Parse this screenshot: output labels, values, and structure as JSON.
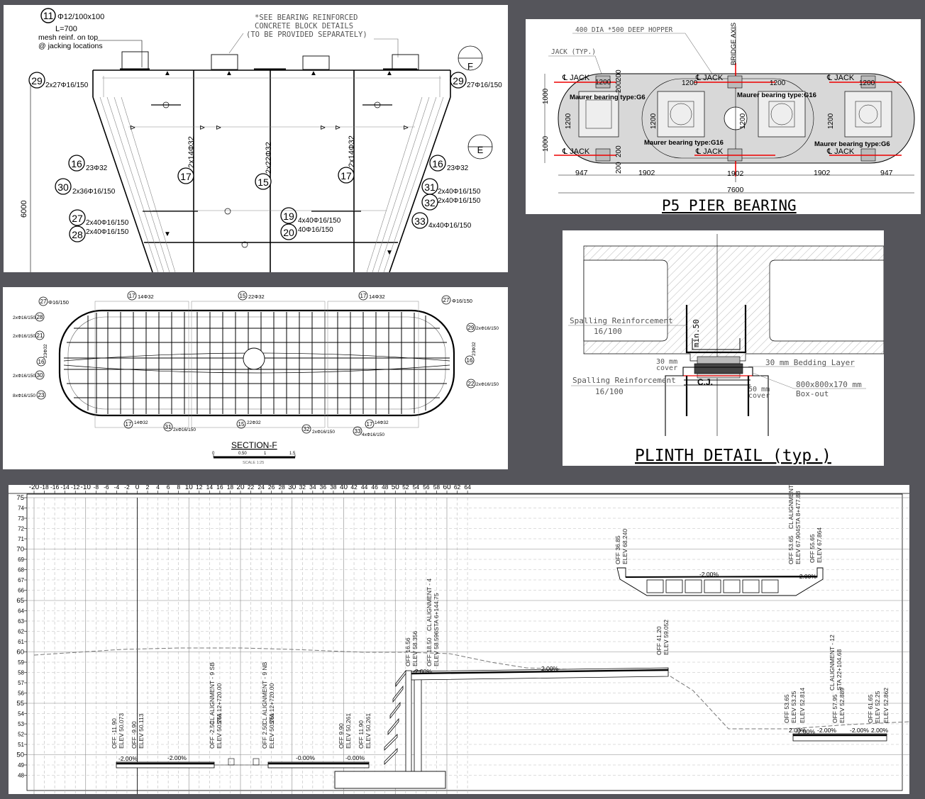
{
  "pier_elevation": {
    "top_left": {
      "bar_no": "11",
      "bar_spec": "Φ12/100x100",
      "length": "L=700",
      "note_line1": "mesh reinf. on top",
      "note_line2": "@ jacking locations"
    },
    "bearing_note": [
      "*SEE BEARING REINFORCED",
      "CONCRETE BLOCK DETAILS",
      "(TO BE PROVIDED SEPARATELY)"
    ],
    "height": "6000",
    "section_markers": [
      "F",
      "E"
    ],
    "callouts": [
      {
        "no": "29",
        "text": "2x27Φ16/150"
      },
      {
        "no": "29",
        "text": "27Φ16/150"
      },
      {
        "no": "16",
        "text": "23Φ32"
      },
      {
        "no": "16",
        "text": "23Φ32"
      },
      {
        "no": "30",
        "text": "2x36Φ16/150"
      },
      {
        "no": "31",
        "text": "2x40Φ16/150"
      },
      {
        "no": "32",
        "text": "2x40Φ16/150"
      },
      {
        "no": "27",
        "text": "2x40Φ16/150"
      },
      {
        "no": "28",
        "text": "2x40Φ16/150"
      },
      {
        "no": "33",
        "text": "4x40Φ16/150"
      },
      {
        "no": "19",
        "text": "4x40Φ16/150"
      },
      {
        "no": "20",
        "text": "40Φ16/150"
      }
    ],
    "vertical_callouts": [
      {
        "no": "17",
        "text": "2x14Φ32"
      },
      {
        "no": "15",
        "text": "2x22Φ32"
      },
      {
        "no": "17",
        "text": "2x14Φ32"
      }
    ]
  },
  "bearing_plan": {
    "title": "P5 PIER BEARING",
    "hopper_note": "400 DIA *500 DEEP HOPPER",
    "jack_note": "JACK (TYP.)",
    "bridge_axis": "BRIDGE AXIS",
    "jack_label": "℄ JACK",
    "bearings": [
      "Maurer bearing type:G6",
      "Maurer bearing type:G16",
      "Maurer bearing type:G16",
      "Maurer bearing type:G6"
    ],
    "dim_1200": "1200",
    "dim_200": "200",
    "dim_1000": "1000",
    "bottom_dims": [
      "947",
      "1902",
      "1902",
      "1902",
      "947"
    ],
    "overall": "7600"
  },
  "section_f": {
    "title": "SECTION-F",
    "scale_label": "SCALE 1:25",
    "scale_ticks": [
      "0",
      "0.50",
      "1",
      "1.5"
    ],
    "top_labels": [
      {
        "no": "27",
        "text": "Φ16/150"
      },
      {
        "no": "17",
        "text": "14Φ32"
      },
      {
        "no": "15",
        "text": "22Φ32"
      },
      {
        "no": "17",
        "text": "14Φ32"
      },
      {
        "no": "27",
        "text": "Φ16/150"
      }
    ],
    "left_labels": [
      {
        "no": "28",
        "text": "2xΦ16/150"
      },
      {
        "no": "21",
        "text": "2xΦ16/150"
      },
      {
        "no": "16",
        "text": "23Φ32"
      },
      {
        "no": "30",
        "text": "2xΦ16/150"
      },
      {
        "no": "23",
        "text": "8xΦ16/150"
      }
    ],
    "right_labels": [
      {
        "no": "29",
        "text": "2xΦ16/150"
      },
      {
        "no": "16",
        "text": "23Φ32"
      },
      {
        "no": "22",
        "text": "2xΦ16/150"
      }
    ],
    "bottom_labels": [
      {
        "no": "17",
        "text": "14Φ32"
      },
      {
        "no": "31",
        "text": "2xΦ16/150"
      },
      {
        "no": "15",
        "text": "22Φ32"
      },
      {
        "no": "32",
        "text": "2xΦ16/150"
      },
      {
        "no": "33",
        "text": "4xΦ16/150"
      },
      {
        "no": "17",
        "text": "14Φ32"
      }
    ]
  },
  "plinth": {
    "title": "PLINTH DETAIL (typ.)",
    "spalling_1": "Spalling Reinforcement",
    "spalling_1b": "16/100",
    "spalling_2": "Spalling Reinforcement",
    "spalling_2b": "16/100",
    "min": "min.50",
    "cover30": "30 mm",
    "cover30b": "cover",
    "bedding": "30 mm Bedding Layer",
    "cj": "C.J.",
    "boxout": "800x800x170 mm",
    "boxoutb": "Box-out",
    "cover50": "50 mm",
    "cover50b": "cover"
  },
  "cross_section": {
    "x_ticks": [
      "-20",
      "-18",
      "-16",
      "-14",
      "-12",
      "-10",
      "-8",
      "-6",
      "-4",
      "-2",
      "0",
      "2",
      "4",
      "6",
      "8",
      "10",
      "12",
      "14",
      "16",
      "18",
      "20",
      "22",
      "24",
      "26",
      "28",
      "30",
      "32",
      "34",
      "36",
      "38",
      "40",
      "42",
      "44",
      "46",
      "48",
      "50",
      "52",
      "54",
      "56",
      "58",
      "60",
      "62",
      "64"
    ],
    "y_ticks": [
      "75",
      "74",
      "73",
      "72",
      "71",
      "70",
      "69",
      "68",
      "67",
      "66",
      "65",
      "64",
      "63",
      "62",
      "61",
      "60",
      "59",
      "58",
      "57",
      "56",
      "55",
      "54",
      "53",
      "52",
      "51",
      "50",
      "49",
      "48"
    ],
    "slopes": [
      "-2.00%",
      "-2.00%",
      "-0.00%",
      "-0.00%",
      "-2.00%",
      "2.00%",
      "-2.00%",
      "-2.00%",
      "2.00%",
      "-2.00%",
      "-2.00%",
      "2.00%",
      "-2.00%"
    ],
    "stations": [
      {
        "lines": [
          "OFF -11.90",
          "ELEV 50.073"
        ]
      },
      {
        "lines": [
          "OFF -9.90",
          "ELEV 50.113"
        ]
      },
      {
        "lines": [
          "CL ALIGNMENT - 9 SB",
          "STA 12+720.00"
        ]
      },
      {
        "lines": [
          "OFF -2.50",
          "ELEV 50.261"
        ]
      },
      {
        "lines": [
          "CL ALIGNMENT - 9 NB",
          "STA 12+720.00"
        ]
      },
      {
        "lines": [
          "OFF 2.50",
          "ELEV 50.261"
        ]
      },
      {
        "lines": [
          "OFF 9.90",
          "ELEV 50.261"
        ]
      },
      {
        "lines": [
          "OFF 11.90",
          "ELEV 50.261"
        ]
      },
      {
        "lines": [
          "OFF 16.56",
          "ELEV 58.356"
        ]
      },
      {
        "lines": [
          "CL ALIGNMENT - 4",
          "STA 6+144.75"
        ]
      },
      {
        "lines": [
          "OFF 18.50",
          "ELEV 58.596"
        ]
      },
      {
        "lines": [
          "OFF 41.20",
          "ELEV 59.052"
        ]
      },
      {
        "lines": [
          "OFF 36.85",
          "ELEV 68.240"
        ]
      },
      {
        "lines": [
          "OFF 53.65",
          "ELEV 67.904"
        ]
      },
      {
        "lines": [
          "CL ALIGNMENT",
          "STA 8+477.88"
        ]
      },
      {
        "lines": [
          "OFF 55.65",
          "ELEV 67.864"
        ]
      },
      {
        "lines": [
          "OFF 53.65",
          "ELEV 53.25"
        ]
      },
      {
        "lines": [
          "ELEV 52.814"
        ]
      },
      {
        "lines": [
          "CL ALIGNMENT - 12",
          "STA 22+104.68"
        ]
      },
      {
        "lines": [
          "OFF 57.95",
          "ELEV 52.889"
        ]
      },
      {
        "lines": [
          "OFF 61.65",
          "ELEV 52.25"
        ]
      },
      {
        "lines": [
          "ELEV 52.862"
        ]
      }
    ]
  }
}
